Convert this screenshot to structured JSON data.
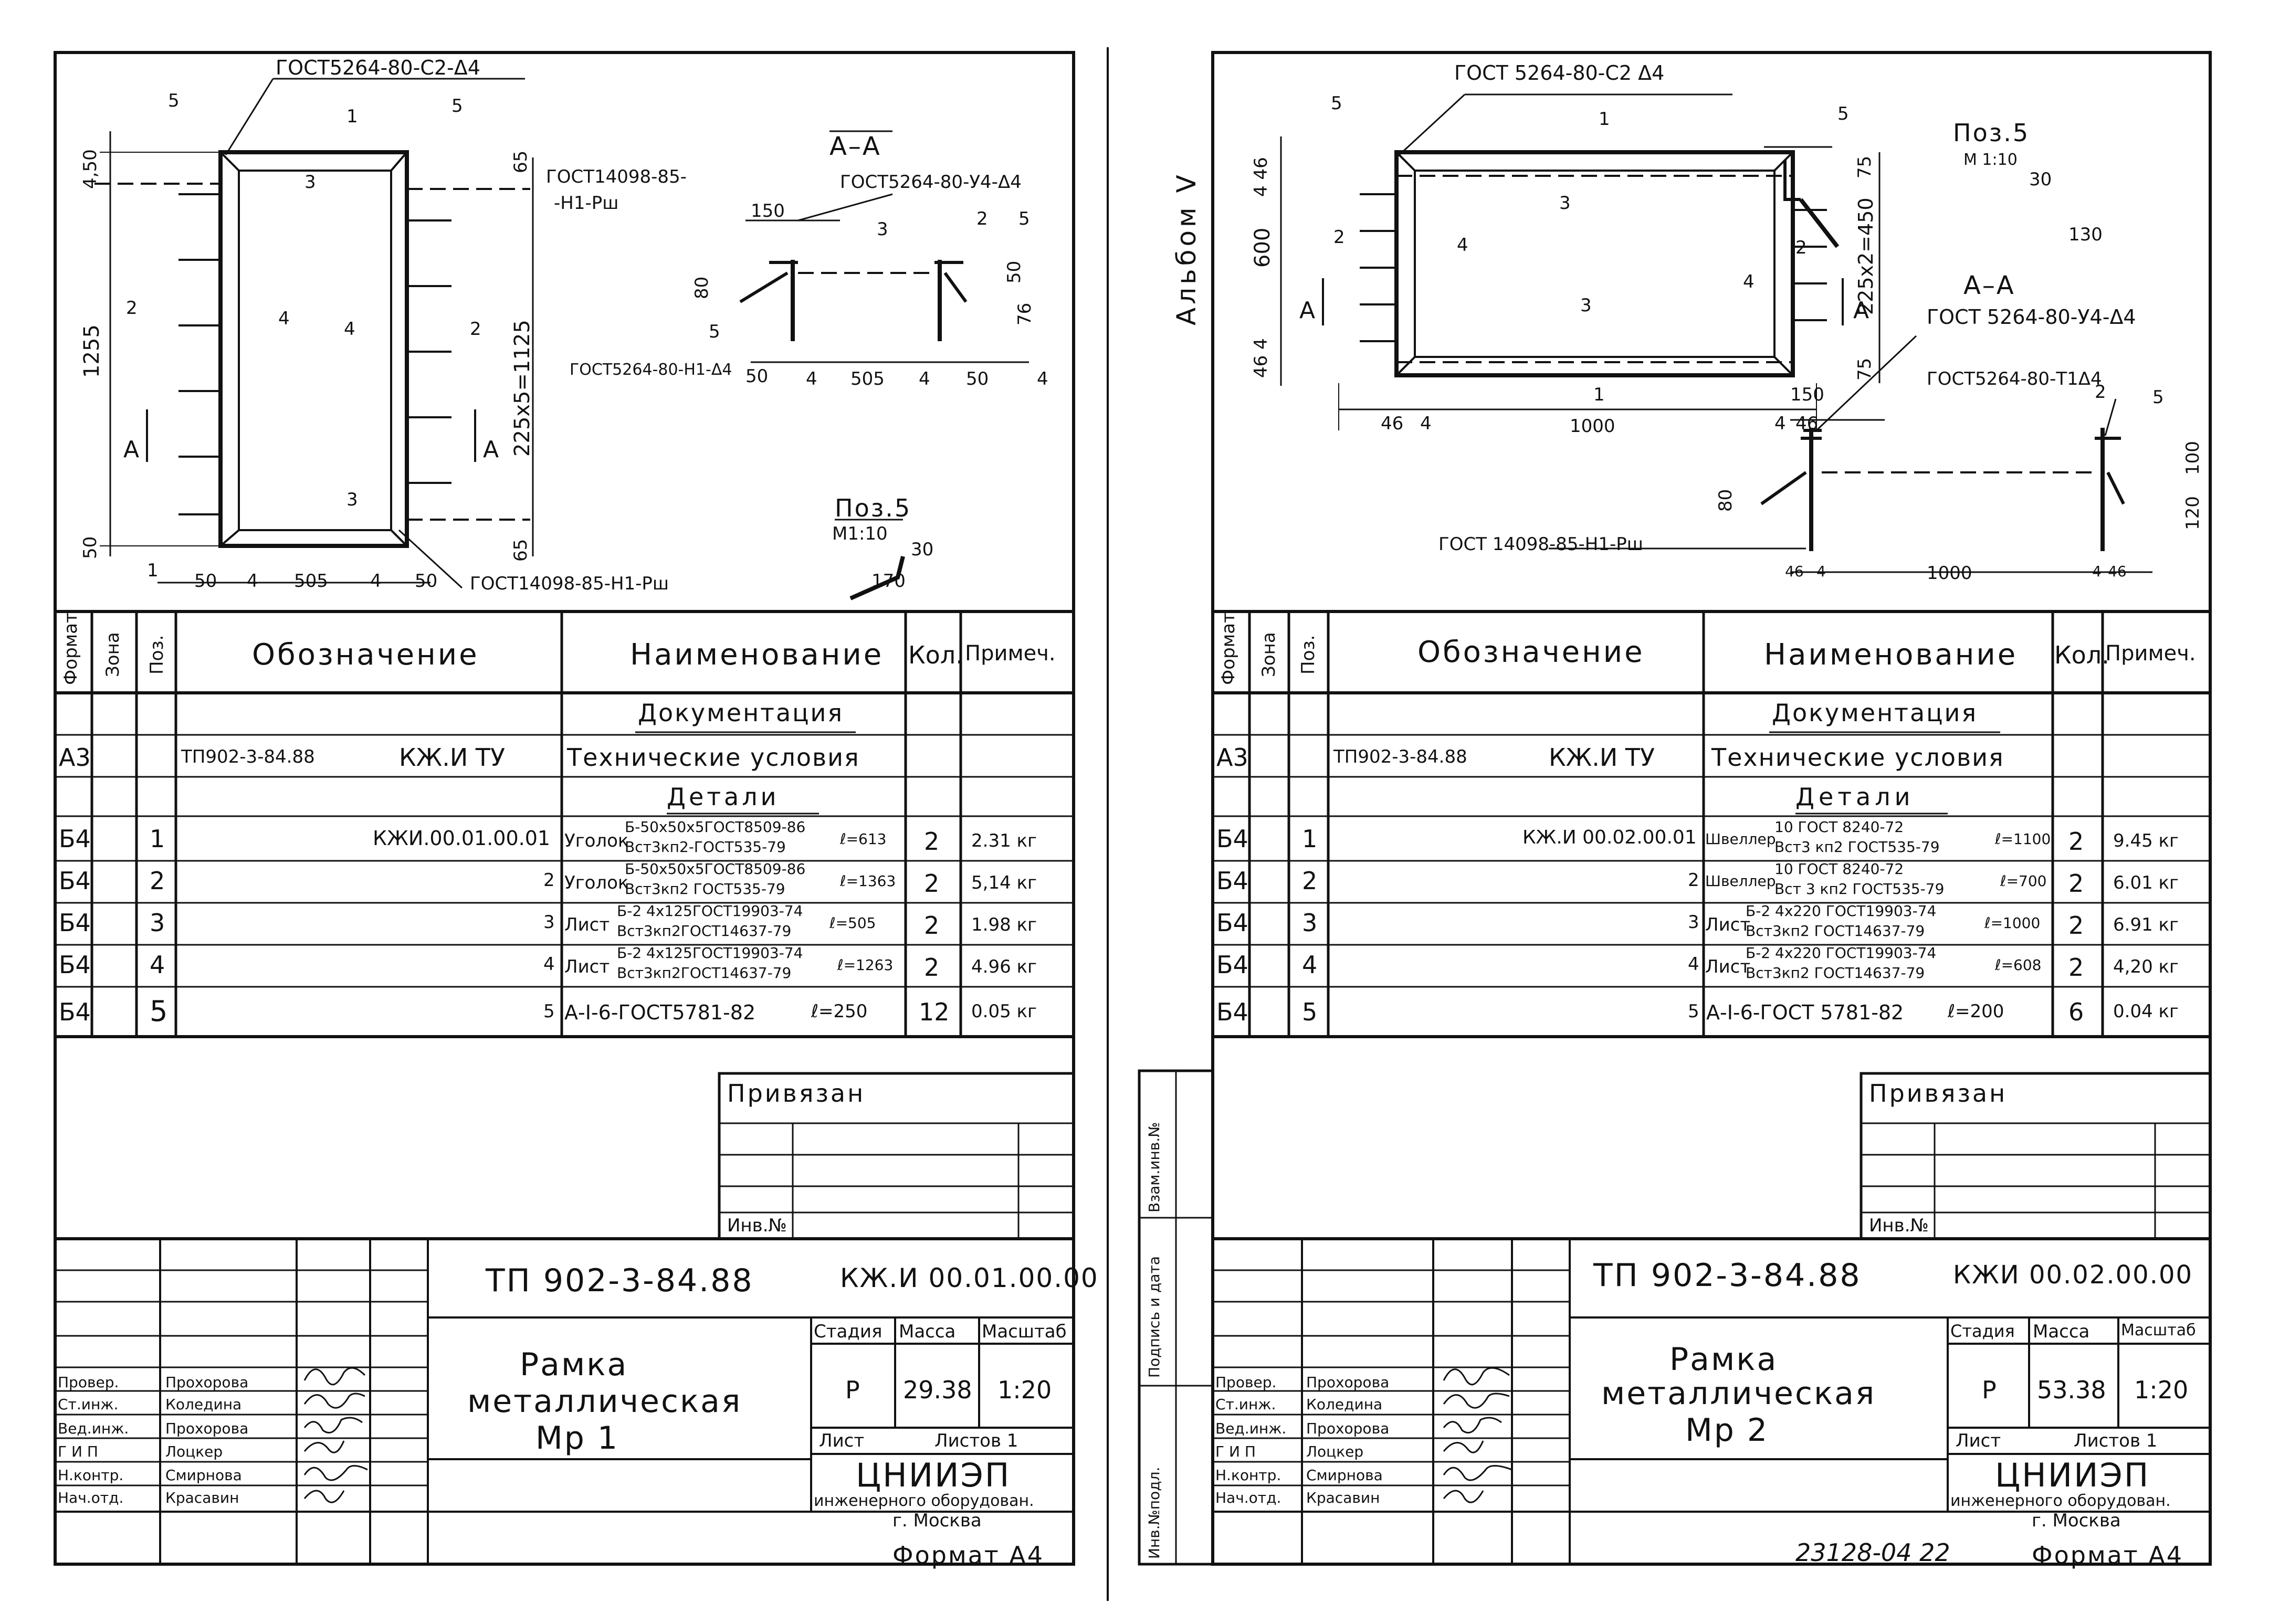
{
  "album_label": "Альбом Ⅴ",
  "vertical_side_labels": [
    "Инв.№подл.",
    "Подпись и дата",
    "Взам.инв.№"
  ],
  "bottom_note": "23128-04 22",
  "sheets": [
    {
      "drawing": {
        "gost_weld_top": "ГОСТ5264-80-С2-Δ4",
        "gost_weld_14098_a": "ГОСТ14098-85-",
        "gost_weld_14098_b": "-Н1-Рш",
        "gost_section_weld": "ГОСТ5264-80-У4-Δ4",
        "gost_weld_h1": "ГОСТ5264-80-Н1-Δ4",
        "gost_bottom": "ГОСТ14098-85-Н1-Рш",
        "section_title": "А–А",
        "section_marker": "А",
        "pos5_title": "Поз.5",
        "pos5_scale": "М1:10",
        "pos_labels": [
          "1",
          "2",
          "3",
          "4",
          "5"
        ],
        "dims": {
          "top": "4,50",
          "height": "1255",
          "bottom": "50",
          "bottom4": "4",
          "sections": "225x5=1125",
          "end_top": "65",
          "end_bot": "65",
          "w50a": "50",
          "w4a": "4",
          "w505": "505",
          "w4b": "4",
          "w50b": "50",
          "s150": "150",
          "s80": "80",
          "s76": "76",
          "s50": "50",
          "s50r": "50",
          "s4a": "4",
          "s505": "505",
          "s4b": "4",
          "s50l": "50",
          "p30": "30",
          "p170": "170"
        }
      },
      "table": {
        "headers": [
          "Формат",
          "Зона",
          "Поз.",
          "Обозначение",
          "Наименование",
          "Кол.",
          "Примеч."
        ],
        "section_doc": "Документация",
        "doc_row": {
          "format": "А3",
          "code": "ТП902-3-84.88",
          "mark": "КЖ.И ТУ",
          "name": "Технические условия"
        },
        "section_parts": "Детали",
        "rows": [
          {
            "format": "Б4",
            "pos": "1",
            "designation": "КЖИ.00.01.00.01",
            "name": "Уголок",
            "spec_top": "Б-50х50х5ГОСТ8509-86",
            "spec_bot": "Вст3кп2-ГОСТ535-79",
            "len": "ℓ=613",
            "qty": "2",
            "note": "2.31 кг"
          },
          {
            "format": "Б4",
            "pos": "2",
            "designation": "2",
            "name": "Уголок",
            "spec_top": "Б-50х50х5ГОСТ8509-86",
            "spec_bot": "Вст3кп2 ГОСТ535-79",
            "len": "ℓ=1363",
            "qty": "2",
            "note": "5,14 кг"
          },
          {
            "format": "Б4",
            "pos": "3",
            "designation": "3",
            "name": "Лист",
            "spec_top": "Б-2 4х125ГОСТ19903-74",
            "spec_bot": "Вст3кп2ГОСТ14637-79",
            "len": "ℓ=505",
            "qty": "2",
            "note": "1.98 кг"
          },
          {
            "format": "Б4",
            "pos": "4",
            "designation": "4",
            "name": "Лист",
            "spec_top": "Б-2 4х125ГОСТ19903-74",
            "spec_bot": "Вст3кп2ГОСТ14637-79",
            "len": "ℓ=1263",
            "qty": "2",
            "note": "4.96 кг"
          },
          {
            "format": "Б4",
            "pos": "5",
            "designation": "5",
            "name": "А-Ⅰ-6-ГОСТ5781-82",
            "spec_top": "",
            "spec_bot": "",
            "len": "ℓ=250",
            "qty": "12",
            "note": "0.05 кг"
          }
        ]
      },
      "stamp": {
        "privyazan": "Привязан",
        "inv_no": "Инв.№",
        "project": "ТП 902-3-84.88",
        "code": "КЖ.И 00.01.00.00",
        "title": [
          "Рамка",
          "металлическая",
          "Мр 1"
        ],
        "stage_h": "Стадия",
        "mass_h": "Масса",
        "scale_h": "Масштаб",
        "stage": "Р",
        "mass": "29.38",
        "scale": "1:20",
        "sheet_h": "Лист",
        "sheets_h": "Листов 1",
        "org": [
          "ЦНИИЭП",
          "инженерного оборудован.",
          "г. Москва"
        ],
        "people": [
          {
            "role": "Провер.",
            "name": "Прохорова"
          },
          {
            "role": "Ст.инж.",
            "name": "Коледина"
          },
          {
            "role": "Вед.инж.",
            "name": "Прохорова"
          },
          {
            "role": "Г И П",
            "name": "Лоцкер"
          },
          {
            "role": "Н.контр.",
            "name": "Смирнова"
          },
          {
            "role": "Нач.отд.",
            "name": "Красавин"
          }
        ],
        "format": "Формат А4"
      }
    },
    {
      "drawing": {
        "gost_weld_top": "ГОСТ 5264-80-С2 Δ4",
        "gost_section_weld": "ГОСТ 5264-80-У4-Δ4",
        "gost_t1": "ГОСТ5264-80-Т1Δ4",
        "gost_bottom": "ГОСТ 14098-85-Н1-Рш",
        "section_title": "А–А",
        "section_marker": "А",
        "pos5_title": "Поз.5",
        "pos5_scale": "М 1:10",
        "pos_labels": [
          "1",
          "2",
          "3",
          "4",
          "5"
        ],
        "dims": {
          "top": "4 46",
          "height": "600",
          "bottom": "46 4",
          "sections": "225x2=450",
          "end_top": "75",
          "end_bot": "75",
          "w46a": "46",
          "w4a": "4",
          "w1000": "1000",
          "w4b": "4",
          "w46b": "46",
          "s150": "150",
          "s80": "80",
          "s100": "100",
          "s120": "120",
          "s46a": "46",
          "s4a": "4",
          "s1000": "1000",
          "s4b": "4",
          "s46b": "46",
          "p30": "30",
          "p130": "130"
        }
      },
      "table": {
        "headers": [
          "Формат",
          "Зона",
          "Поз.",
          "Обозначение",
          "Наименование",
          "Кол.",
          "Примеч."
        ],
        "section_doc": "Документация",
        "doc_row": {
          "format": "А3",
          "code": "ТП902-3-84.88",
          "mark": "КЖ.И ТУ",
          "name": "Технические условия"
        },
        "section_parts": "Детали",
        "rows": [
          {
            "format": "Б4",
            "pos": "1",
            "designation": "КЖ.И 00.02.00.01",
            "name": "Швеллер",
            "spec_top": "10 ГОСТ 8240-72",
            "spec_bot": "Вст3 кп2 ГОСТ535-79",
            "len": "ℓ=1100",
            "qty": "2",
            "note": "9.45 кг"
          },
          {
            "format": "Б4",
            "pos": "2",
            "designation": "2",
            "name": "Швеллер",
            "spec_top": "10 ГОСТ 8240-72",
            "spec_bot": "Вст 3 кп2 ГОСТ535-79",
            "len": "ℓ=700",
            "qty": "2",
            "note": "6.01 кг"
          },
          {
            "format": "Б4",
            "pos": "3",
            "designation": "3",
            "name": "Лист",
            "spec_top": "Б-2 4х220 ГОСТ19903-74",
            "spec_bot": "Вст3кп2 ГОСТ14637-79",
            "len": "ℓ=1000",
            "qty": "2",
            "note": "6.91 кг"
          },
          {
            "format": "Б4",
            "pos": "4",
            "designation": "4",
            "name": "Лист",
            "spec_top": "Б-2 4х220 ГОСТ19903-74",
            "spec_bot": "Вст3кп2 ГОСТ14637-79",
            "len": "ℓ=608",
            "qty": "2",
            "note": "4,20 кг"
          },
          {
            "format": "Б4",
            "pos": "5",
            "designation": "5",
            "name": "А-Ⅰ-6-ГОСТ 5781-82",
            "spec_top": "",
            "spec_bot": "",
            "len": "ℓ=200",
            "qty": "6",
            "note": "0.04 кг"
          }
        ]
      },
      "stamp": {
        "privyazan": "Привязан",
        "inv_no": "Инв.№",
        "project": "ТП 902-3-84.88",
        "code": "КЖИ 00.02.00.00",
        "title": [
          "Рамка",
          "металлическая",
          "Мр 2"
        ],
        "stage_h": "Стадия",
        "mass_h": "Масса",
        "scale_h": "Масштаб",
        "stage": "Р",
        "mass": "53.38",
        "scale": "1:20",
        "sheet_h": "Лист",
        "sheets_h": "Листов 1",
        "org": [
          "ЦНИИЭП",
          "инженерного оборудован.",
          "г. Москва"
        ],
        "people": [
          {
            "role": "Провер.",
            "name": "Прохорова"
          },
          {
            "role": "Ст.инж.",
            "name": "Коледина"
          },
          {
            "role": "Вед.инж.",
            "name": "Прохорова"
          },
          {
            "role": "Г И П",
            "name": "Лоцкер"
          },
          {
            "role": "Н.контр.",
            "name": "Смирнова"
          },
          {
            "role": "Нач.отд.",
            "name": "Красавин"
          }
        ],
        "format": "Формат А4"
      }
    }
  ]
}
